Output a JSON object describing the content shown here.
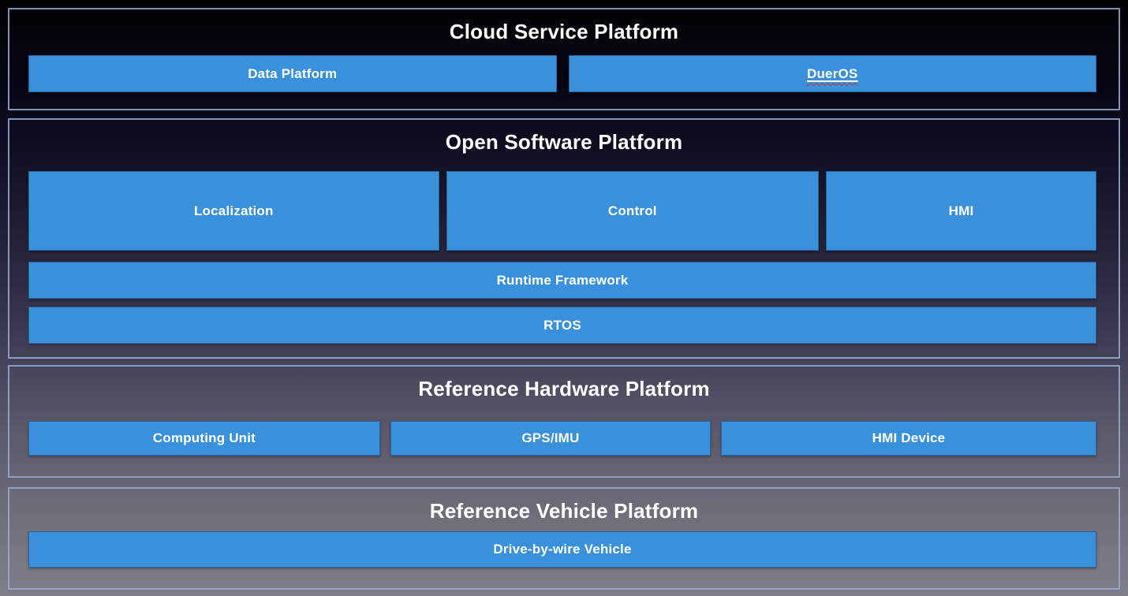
{
  "diagram": {
    "sections": [
      {
        "title": "Cloud Service Platform",
        "rows": [
          {
            "boxes": [
              {
                "label": "Data Platform"
              },
              {
                "label": "DuerOS"
              }
            ]
          }
        ]
      },
      {
        "title": "Open Software Platform",
        "rows": [
          {
            "boxes": [
              {
                "label": "Localization"
              },
              {
                "label": "Control"
              },
              {
                "label": "HMI"
              }
            ]
          },
          {
            "boxes": [
              {
                "label": "Runtime Framework"
              }
            ]
          },
          {
            "boxes": [
              {
                "label": "RTOS"
              }
            ]
          }
        ]
      },
      {
        "title": "Reference Hardware Platform",
        "rows": [
          {
            "boxes": [
              {
                "label": "Computing Unit"
              },
              {
                "label": "GPS/IMU"
              },
              {
                "label": "HMI Device"
              }
            ]
          }
        ]
      },
      {
        "title": "Reference Vehicle Platform",
        "rows": [
          {
            "boxes": [
              {
                "label": "Drive-by-wire Vehicle"
              }
            ]
          }
        ]
      }
    ],
    "colors": {
      "box_fill": "#3990DB",
      "section_border": "#94ADD5",
      "title_text": "#FFFFFF",
      "box_text": "#FFFFFF",
      "spellcheck_underline": "#D93025",
      "background_top": "#010103",
      "background_bottom": "#7F7D88"
    }
  }
}
